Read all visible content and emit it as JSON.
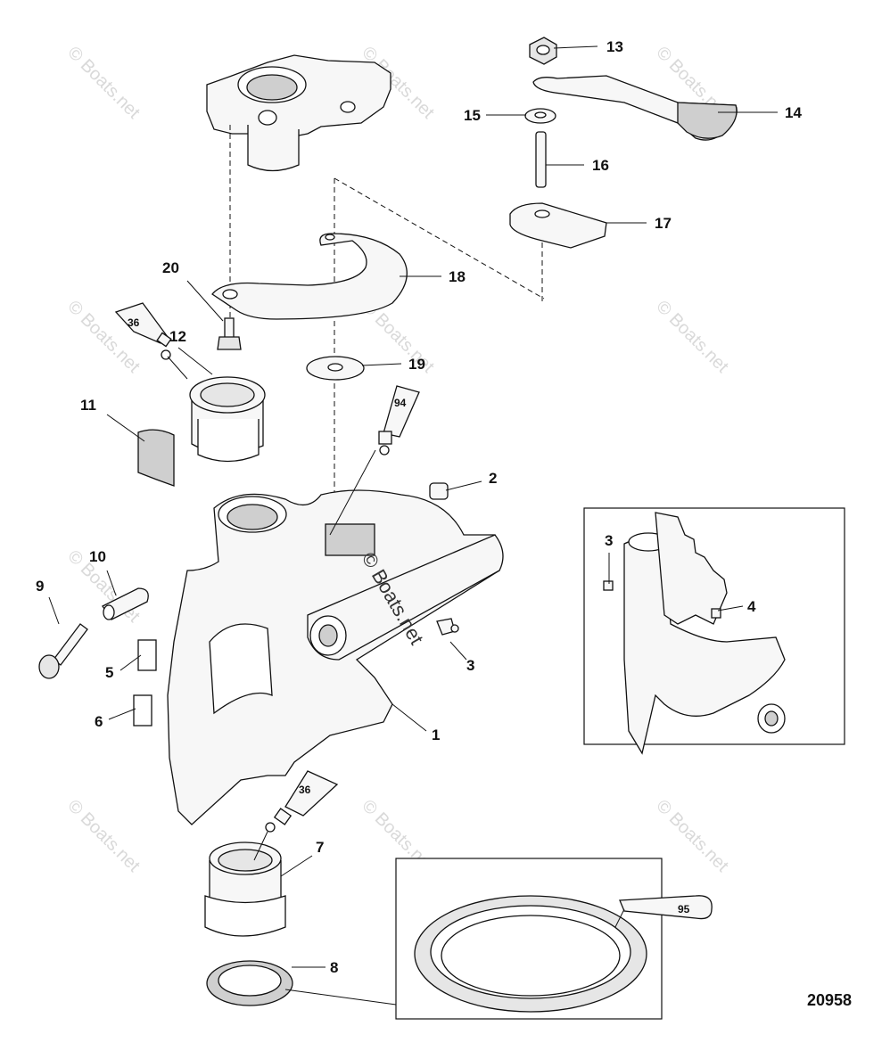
{
  "callouts": {
    "c1": "1",
    "c2": "2",
    "c3a": "3",
    "c3b": "3",
    "c4": "4",
    "c5": "5",
    "c6": "6",
    "c7": "7",
    "c8": "8",
    "c9": "9",
    "c10": "10",
    "c11": "11",
    "c12": "12",
    "c13": "13",
    "c14": "14",
    "c15": "15",
    "c16": "16",
    "c17": "17",
    "c18": "18",
    "c19": "19",
    "c20": "20"
  },
  "tubes": {
    "t36a": "36",
    "t94": "94",
    "t36b": "36",
    "t95": "95"
  },
  "watermark": "© Boats.net",
  "center_watermark": "© Boats.net",
  "drawing_number": "20958",
  "colors": {
    "line": "#111111",
    "watermark": "#d9d9d9",
    "fill_light": "#f7f7f7",
    "fill_dark": "#cfcfcf"
  }
}
